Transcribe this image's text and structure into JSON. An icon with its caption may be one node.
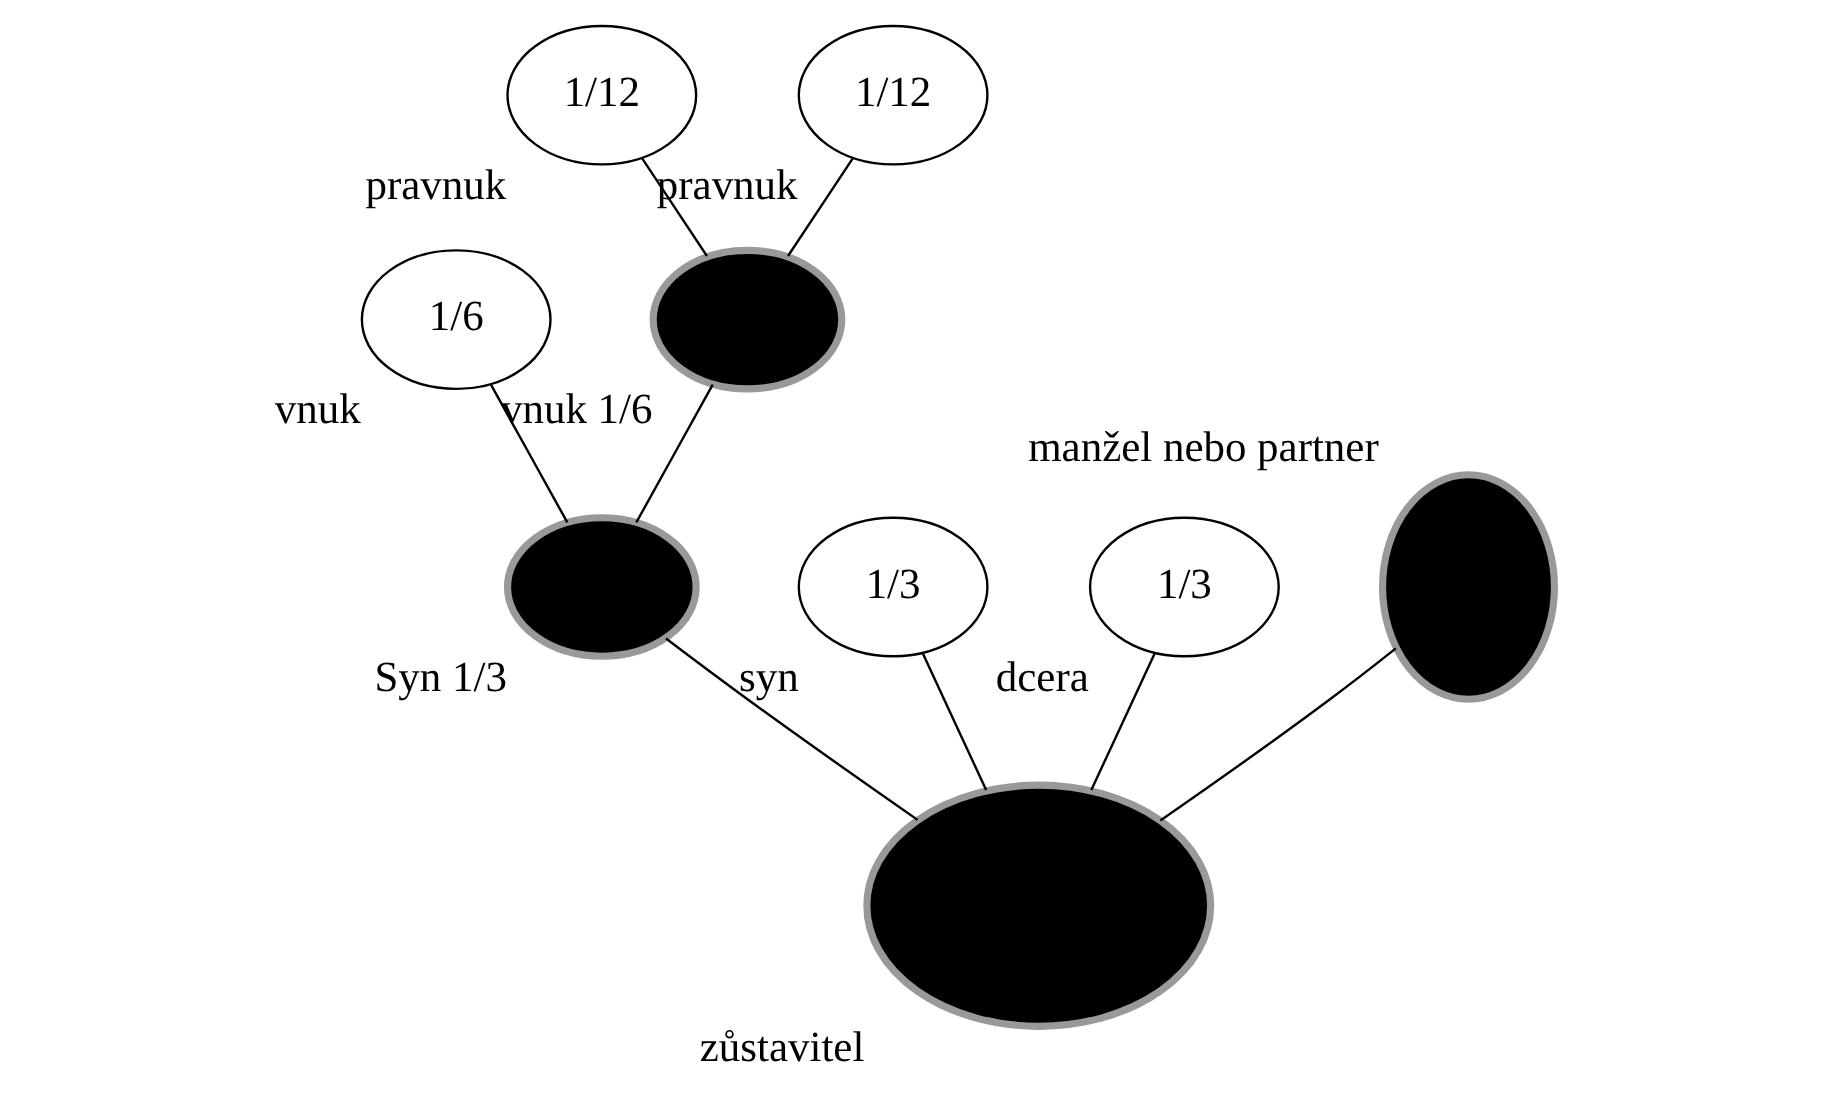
{
  "diagram": {
    "nodes": [
      {
        "text": [],
        "shape": "circle",
        "beside": [
          "zůstavitel"
        ]
      },
      {
        "text": [],
        "shape": "circle",
        "beside": [
          "Syn 1/3"
        ]
      },
      {
        "text": [
          "1/6"
        ],
        "beside": [
          "vnuk"
        ]
      },
      {
        "text": [],
        "shape": "circle",
        "beside": [
          "vnuk 1/6"
        ]
      },
      {
        "text": [
          "1/12"
        ],
        "beside": [
          "pravnuk"
        ]
      },
      {
        "text": [
          "1/12"
        ],
        "beside": [
          "pravnuk"
        ]
      },
      {
        "text": [
          "1/3"
        ],
        "beside": [
          "syn"
        ]
      },
      {
        "text": [
          "1/3"
        ],
        "beside": [
          "dcera"
        ]
      },
      {
        "text": [],
        "shape": "circle",
        "beside": [
          "manžel nebo partner"
        ]
      }
    ],
    "edges": [
      {
        "from": 0,
        "to": 1,
        "arrow": "none"
      },
      {
        "from": 1,
        "to": 2,
        "arrow": "none"
      },
      {
        "from": 1,
        "to": 3,
        "arrow": "none"
      },
      {
        "from": 3,
        "to": 4,
        "arrow": "none"
      },
      {
        "from": 3,
        "to": 5,
        "arrow": "none"
      },
      {
        "from": 0,
        "to": 6,
        "arrow": "none"
      },
      {
        "from": 0,
        "to": 7,
        "arrow": "none"
      },
      {
        "from": 0,
        "to": 8,
        "arrow": "none"
      }
    ]
  }
}
